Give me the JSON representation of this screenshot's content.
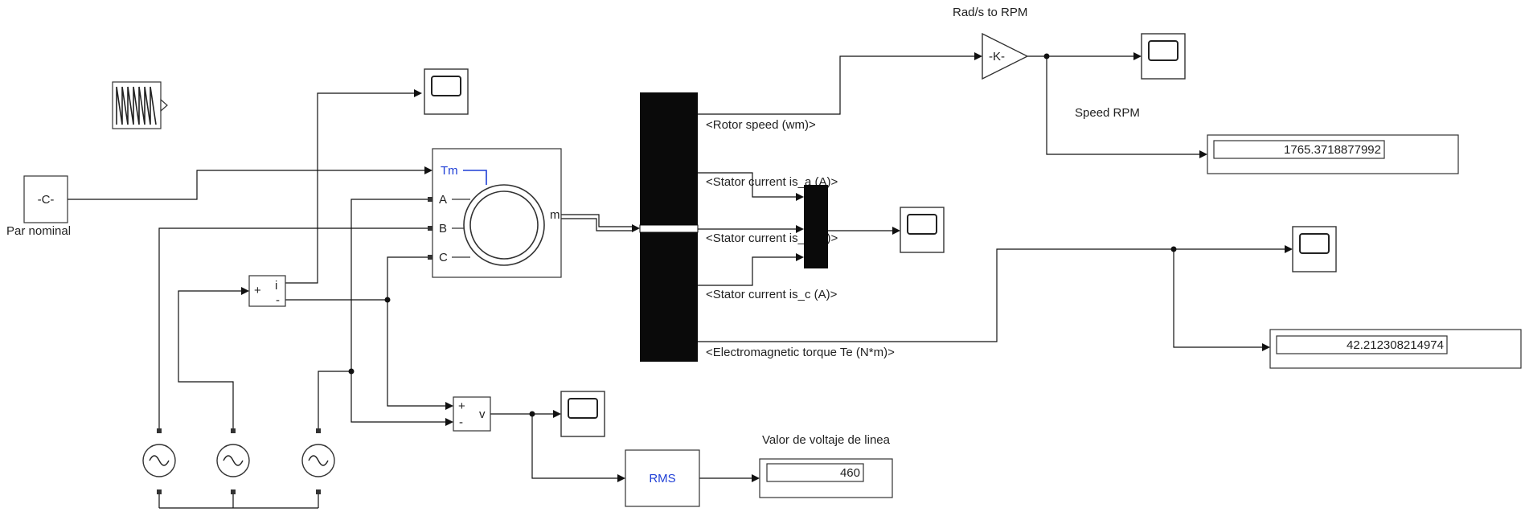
{
  "blocks": {
    "const_value": "-C-",
    "const_label": "Par nominal",
    "gain_value": "-K-",
    "gain_label": "Rad/s to RPM",
    "speed_label": "Speed RPM",
    "speed_display": "1765.3718877992",
    "torque_display": "42.212308214974",
    "voltage_label": "Valor de voltaje de linea",
    "voltage_display": "460",
    "rms_label": "RMS",
    "motor_port_tm": "Tm",
    "motor_port_a": "A",
    "motor_port_b": "B",
    "motor_port_c": "C",
    "motor_port_m": "m",
    "current_meter_label": "i",
    "voltage_meter_label": "v",
    "plus_sign": "+",
    "minus_sign": "-"
  },
  "signals": {
    "rotor_speed": "<Rotor speed (wm)>",
    "stator_a": "<Stator current is_a (A)>",
    "stator_b": "<Stator current is_b (A)>",
    "stator_c": "<Stator current is_c (A)>",
    "torque": "<Electromagnetic torque Te (N*m)>"
  },
  "colors": {
    "accent_blue": "#1f3fd6",
    "line": "#111111"
  }
}
